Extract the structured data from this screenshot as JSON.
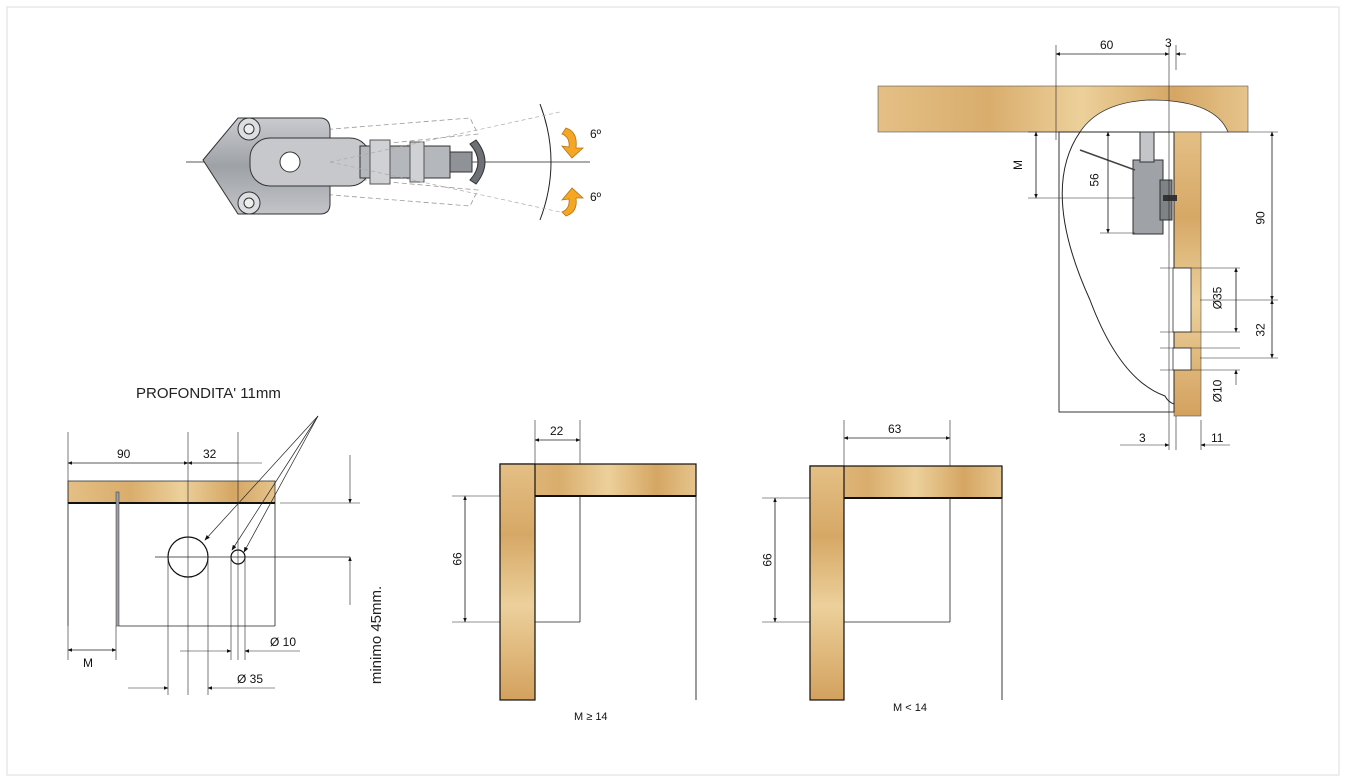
{
  "colors": {
    "wood_light": "#e9c98f",
    "wood_dark": "#c8985a",
    "arrow_orange": "#f5a623",
    "line": "#111111",
    "hardware_gray": "#b7b9bd"
  },
  "top_view": {
    "angle_up": "6º",
    "angle_down": "6º"
  },
  "section_view": {
    "dim_60": "60",
    "dim_3_top": "3",
    "dim_M": "M",
    "dim_56": "56",
    "dim_90": "90",
    "dim_35": "Ø35",
    "dim_32": "32",
    "dim_10": "Ø10",
    "dim_3_bottom": "3",
    "dim_11": "11"
  },
  "drilling_view": {
    "depth_note": "PROFONDITA' 11mm",
    "dim_90": "90",
    "dim_32": "32",
    "dim_M": "M",
    "dim_10": "Ø 10",
    "dim_35": "Ø 35",
    "min_note": "minimo 45mm."
  },
  "cabinet_a": {
    "dim_top": "22",
    "dim_side": "66",
    "caption": "M ≥ 14"
  },
  "cabinet_b": {
    "dim_top": "63",
    "dim_side": "66",
    "caption": "M < 14"
  }
}
